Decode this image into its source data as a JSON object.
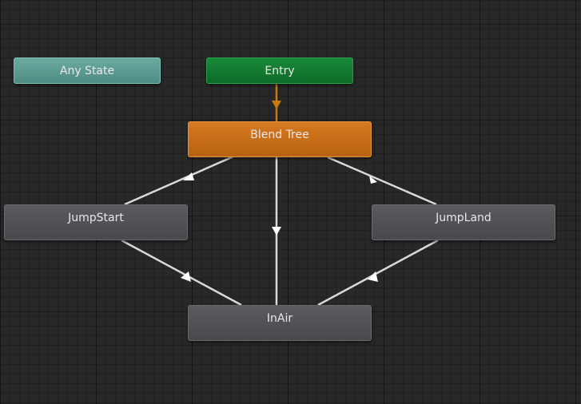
{
  "editor": {
    "view": "animator-state-machine-graph"
  },
  "colors": {
    "background": "#282828",
    "any_state": "#5e9d93",
    "entry": "#127a30",
    "default_state": "#d06f17",
    "state": "#505155",
    "transition": "#d9d9d9",
    "entry_transition": "#c87a10"
  },
  "states": {
    "any_state": {
      "label": "Any State"
    },
    "entry": {
      "label": "Entry"
    },
    "blend_tree": {
      "label": "Blend Tree"
    },
    "jump_start": {
      "label": "JumpStart"
    },
    "jump_land": {
      "label": "JumpLand"
    },
    "in_air": {
      "label": "InAir"
    }
  },
  "transitions": [
    {
      "from": "Entry",
      "to": "Blend Tree"
    },
    {
      "from": "JumpStart",
      "to": "Blend Tree"
    },
    {
      "from": "Blend Tree",
      "to": "InAir"
    },
    {
      "from": "JumpStart",
      "to": "InAir"
    },
    {
      "from": "JumpLand",
      "to": "Blend Tree"
    },
    {
      "from": "InAir",
      "to": "JumpLand"
    }
  ]
}
